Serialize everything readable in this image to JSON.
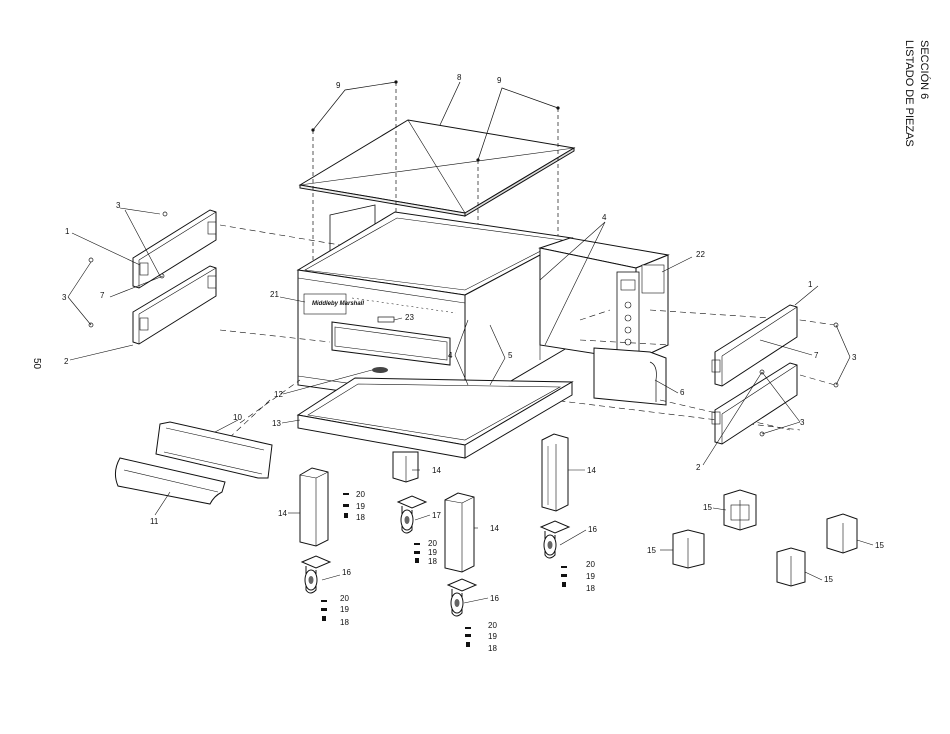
{
  "header": {
    "section": "SECCIÓN 6",
    "title": "LISTADO DE PIEZAS"
  },
  "page_number": "50",
  "callouts": {
    "c1a": "1",
    "c1b": "1",
    "c2a": "2",
    "c2b": "2",
    "c3a": "3",
    "c3b": "3",
    "c3c": "3",
    "c3d": "3",
    "c4a": "4",
    "c4b": "4",
    "c5": "5",
    "c6": "6",
    "c7a": "7",
    "c7b": "7",
    "c8": "8",
    "c9a": "9",
    "c9b": "9",
    "c10": "10",
    "c11": "11",
    "c12": "12",
    "c13": "13",
    "c14a": "14",
    "c14b": "14",
    "c14c": "14",
    "c14d": "14",
    "c15a": "15",
    "c15b": "15",
    "c15c": "15",
    "c15d": "15",
    "c16a": "16",
    "c16b": "16",
    "c16c": "16",
    "c17": "17",
    "c18a": "18",
    "c18b": "18",
    "c18c": "18",
    "c18d": "18",
    "c19a": "19",
    "c19b": "19",
    "c19c": "19",
    "c19d": "19",
    "c20a": "20",
    "c20b": "20",
    "c20c": "20",
    "c20d": "20",
    "c21": "21",
    "c22": "22",
    "c23": "23"
  },
  "logo_text": "Middleby Marshall"
}
